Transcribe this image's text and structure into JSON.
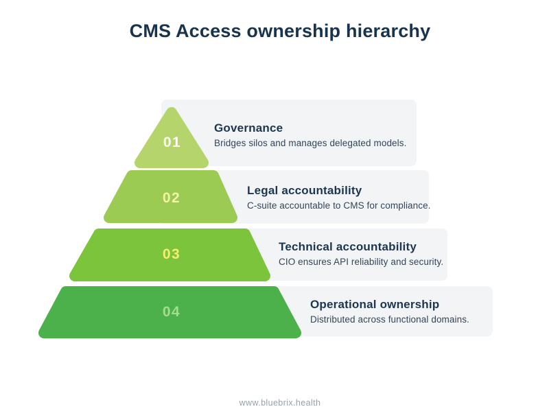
{
  "page": {
    "title": "CMS Access ownership hierarchy",
    "footer": "www.bluebrix.health"
  },
  "colors": {
    "background": "#ffffff",
    "title": "#17334e",
    "heading": "#1c3550",
    "body": "#334459",
    "panel": "#f3f4f6",
    "footer": "#9aa1ab"
  },
  "levels": [
    {
      "number": "01",
      "title": "Governance",
      "description": "Bridges silos and manages delegated models.",
      "shape_color": "#b5d56c",
      "number_color": "#fdfff2"
    },
    {
      "number": "02",
      "title": "Legal accountability",
      "description": "C-suite accountable to CMS for compliance.",
      "shape_color": "#9ccb53",
      "number_color": "#f2f7a3"
    },
    {
      "number": "03",
      "title": "Technical accountability",
      "description": "CIO ensures API reliability and security.",
      "shape_color": "#7cc43c",
      "number_color": "#f4ef6e"
    },
    {
      "number": "04",
      "title": "Operational ownership",
      "description": "Distributed across functional domains.",
      "shape_color": "#4db14b",
      "number_color": "#a2dd90"
    }
  ]
}
